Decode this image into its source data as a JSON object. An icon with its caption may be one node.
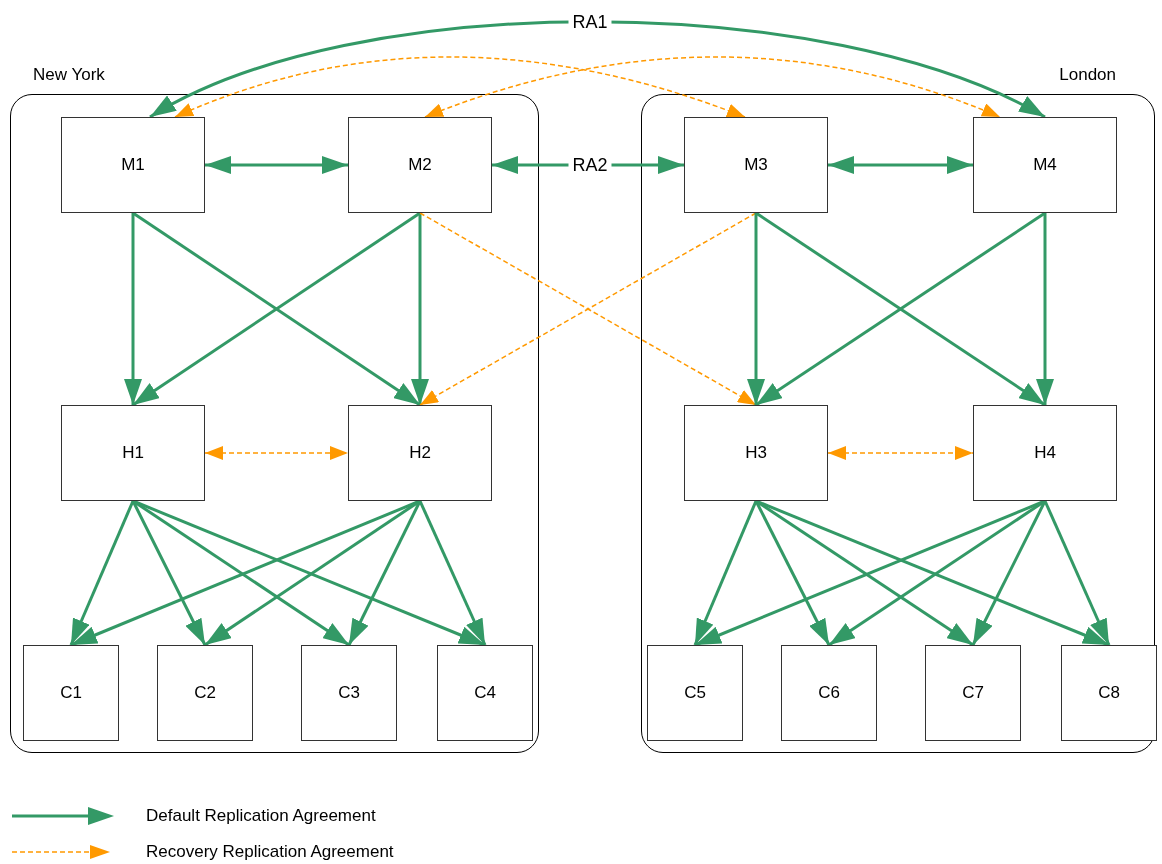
{
  "diagram": {
    "nodes": [
      {
        "text": [
          "New York"
        ]
      },
      {
        "text": [
          "M1"
        ],
        "in": 0
      },
      {
        "text": [
          "M2"
        ],
        "in": 0
      },
      {
        "text": [
          "H1"
        ],
        "in": 0
      },
      {
        "text": [
          "H2"
        ],
        "in": 0
      },
      {
        "text": [
          "C1"
        ],
        "in": 0
      },
      {
        "text": [
          "C2"
        ],
        "in": 0
      },
      {
        "text": [
          "C3"
        ],
        "in": 0
      },
      {
        "text": [
          "C4"
        ],
        "in": 0
      },
      {
        "text": [
          "London"
        ]
      },
      {
        "text": [
          "M3"
        ],
        "in": 9
      },
      {
        "text": [
          "M4"
        ],
        "in": 9
      },
      {
        "text": [
          "H3"
        ],
        "in": 9
      },
      {
        "text": [
          "H4"
        ],
        "in": 9
      },
      {
        "text": [
          "C5"
        ],
        "in": 9
      },
      {
        "text": [
          "C6"
        ],
        "in": 9
      },
      {
        "text": [
          "C7"
        ],
        "in": 9
      },
      {
        "text": [
          "C8"
        ],
        "in": 9
      }
    ],
    "edges": [
      {
        "from": 1,
        "to": 11,
        "arrow": "both",
        "label": "RA1"
      },
      {
        "from": 1,
        "to": 10,
        "arrow": "both",
        "style": "dashed",
        "color": "#ff9900"
      },
      {
        "from": 2,
        "to": 11,
        "arrow": "both",
        "style": "dashed",
        "color": "#ff9900"
      },
      {
        "from": 1,
        "to": 2,
        "arrow": "both"
      },
      {
        "from": 2,
        "to": 10,
        "arrow": "both",
        "label": "RA2"
      },
      {
        "from": 10,
        "to": 11,
        "arrow": "both"
      },
      {
        "from": 1,
        "to": 3,
        "arrow": "to"
      },
      {
        "from": 1,
        "to": 4,
        "arrow": "to"
      },
      {
        "from": 2,
        "to": 3,
        "arrow": "to"
      },
      {
        "from": 2,
        "to": 4,
        "arrow": "to"
      },
      {
        "from": 2,
        "to": 12,
        "arrow": "to",
        "style": "dashed",
        "color": "#ff9900"
      },
      {
        "from": 10,
        "to": 4,
        "arrow": "to",
        "style": "dashed",
        "color": "#ff9900"
      },
      {
        "from": 10,
        "to": 12,
        "arrow": "to"
      },
      {
        "from": 10,
        "to": 13,
        "arrow": "to"
      },
      {
        "from": 11,
        "to": 12,
        "arrow": "to"
      },
      {
        "from": 11,
        "to": 13,
        "arrow": "to"
      },
      {
        "from": 3,
        "to": 4,
        "arrow": "both",
        "style": "dashed",
        "color": "#ff9900"
      },
      {
        "from": 12,
        "to": 13,
        "arrow": "both",
        "style": "dashed",
        "color": "#ff9900"
      },
      {
        "from": 3,
        "to": 5,
        "arrow": "to"
      },
      {
        "from": 3,
        "to": 6,
        "arrow": "to"
      },
      {
        "from": 3,
        "to": 7,
        "arrow": "to"
      },
      {
        "from": 3,
        "to": 8,
        "arrow": "to"
      },
      {
        "from": 4,
        "to": 5,
        "arrow": "to"
      },
      {
        "from": 4,
        "to": 6,
        "arrow": "to"
      },
      {
        "from": 4,
        "to": 7,
        "arrow": "to"
      },
      {
        "from": 4,
        "to": 8,
        "arrow": "to"
      },
      {
        "from": 12,
        "to": 14,
        "arrow": "to"
      },
      {
        "from": 12,
        "to": 15,
        "arrow": "to"
      },
      {
        "from": 12,
        "to": 16,
        "arrow": "to"
      },
      {
        "from": 12,
        "to": 17,
        "arrow": "to"
      },
      {
        "from": 13,
        "to": 14,
        "arrow": "to"
      },
      {
        "from": 13,
        "to": 15,
        "arrow": "to"
      },
      {
        "from": 13,
        "to": 16,
        "arrow": "to"
      },
      {
        "from": 13,
        "to": 17,
        "arrow": "to"
      }
    ],
    "legend": [
      {
        "text": "Default Replication Agreement"
      },
      {
        "text": "Recovery  Replication Agreement"
      }
    ]
  }
}
